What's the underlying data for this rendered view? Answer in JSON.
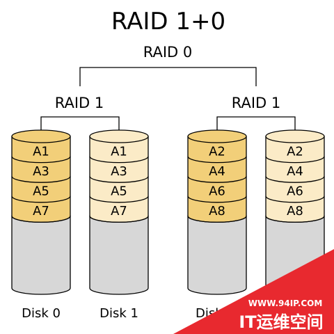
{
  "diagram": {
    "title": "RAID 1+0",
    "top_label": "RAID 0",
    "mirror_labels": [
      "RAID 1",
      "RAID 1"
    ],
    "disk_labels": [
      "Disk 0",
      "Disk 1",
      "Disk",
      ""
    ],
    "disks": [
      {
        "blocks": [
          "A1",
          "A3",
          "A5",
          "A7"
        ],
        "style": "primary"
      },
      {
        "blocks": [
          "A1",
          "A3",
          "A5",
          "A7"
        ],
        "style": "mirror"
      },
      {
        "blocks": [
          "A2",
          "A4",
          "A6",
          "A8"
        ],
        "style": "primary"
      },
      {
        "blocks": [
          "A2",
          "A4",
          "A6",
          "A8"
        ],
        "style": "mirror"
      }
    ]
  },
  "watermark": {
    "url": "WWW.94IP.COM",
    "text": "IT运维空间"
  },
  "colors": {
    "primary_block": "#f2cf79",
    "mirror_block": "#fbebc7",
    "disk_body": "#d7d7d7",
    "outline": "#000000",
    "watermark_red": "#e8292f",
    "watermark_text": "#ffffff"
  }
}
